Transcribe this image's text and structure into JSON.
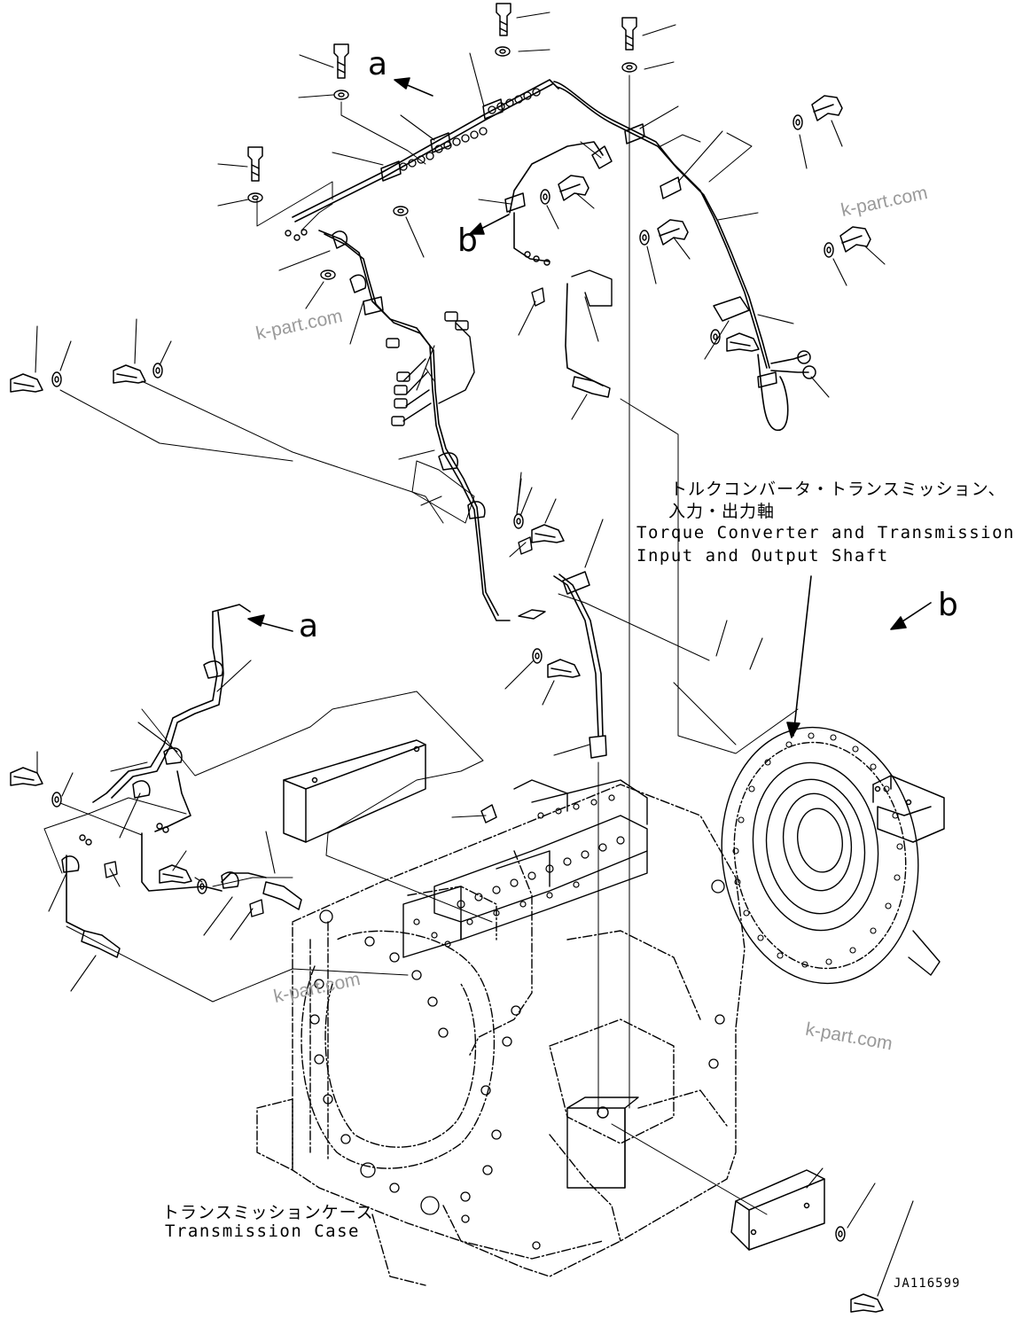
{
  "labels": {
    "torque_converter_jp_line1": "トルクコンバータ・トランスミッション、",
    "torque_converter_jp_line2": "入力・出力軸",
    "torque_converter_en_line1": "Torque Converter and Transmission,",
    "torque_converter_en_line2": "Input and Output Shaft",
    "transmission_case_jp": "トランスミッションケース",
    "transmission_case_en": "Transmission Case",
    "drawing_code": "JA116599"
  },
  "callouts": {
    "a": "a",
    "b": "b"
  },
  "watermark": "k-part.com"
}
